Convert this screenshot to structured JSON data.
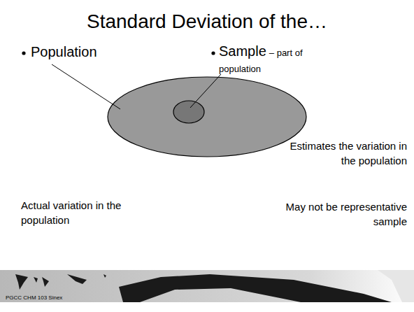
{
  "diagram": {
    "title": "Standard Deviation of the…",
    "labels": [
      "Population",
      "Sample",
      "– part of population",
      "Estimates the variation in the population",
      "Actual variation in the population",
      "May not be representative sample",
      "PGCC CHM 103 Sinex"
    ]
  }
}
